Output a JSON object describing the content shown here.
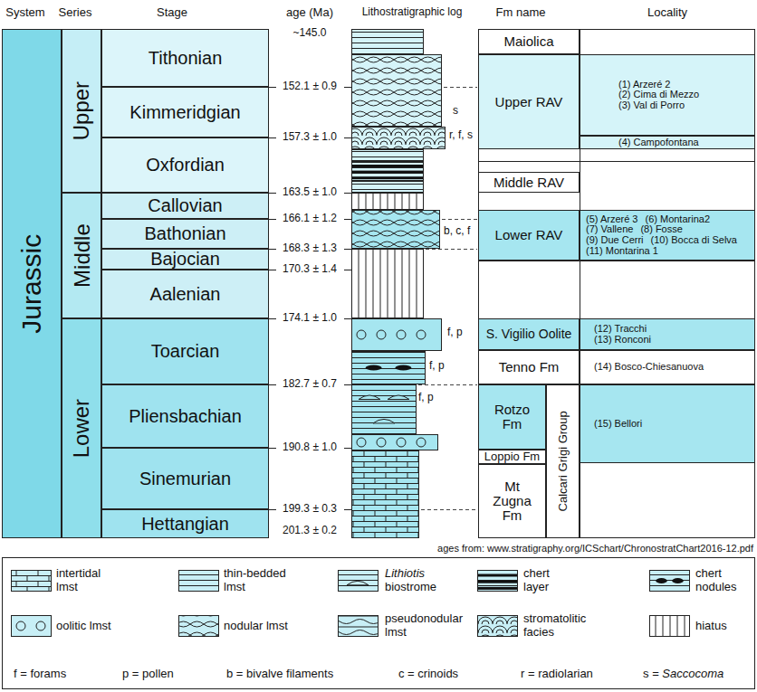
{
  "diagram": {
    "nodes": [
      {
        "text": [
          "Jurassic"
        ]
      },
      {
        "text": [
          "Upper"
        ]
      },
      {
        "text": [
          "Middle"
        ]
      },
      {
        "text": [
          "Lower"
        ]
      },
      {
        "text": [
          "Tithonian"
        ]
      },
      {
        "text": [
          "Kimmeridgian"
        ]
      },
      {
        "text": [
          "Oxfordian"
        ]
      },
      {
        "text": [
          "Callovian"
        ]
      },
      {
        "text": [
          "Bathonian"
        ]
      },
      {
        "text": [
          "Bajocian"
        ]
      },
      {
        "text": [
          "Aalenian"
        ]
      },
      {
        "text": [
          "Toarcian"
        ]
      },
      {
        "text": [
          "Pliensbachian"
        ]
      },
      {
        "text": [
          "Sinemurian"
        ]
      },
      {
        "text": [
          "Hettangian"
        ]
      },
      {
        "text": [
          "Maiolica"
        ]
      },
      {
        "text": [
          "Upper RAV"
        ]
      },
      {
        "text": [
          "Middle RAV"
        ]
      },
      {
        "text": [
          "Lower RAV"
        ]
      },
      {
        "text": [
          "S. Vigilio Oolite"
        ]
      },
      {
        "text": [
          "Tenno Fm"
        ]
      },
      {
        "text": [
          "Rotzo Fm"
        ]
      },
      {
        "text": [
          "Loppio Fm"
        ]
      },
      {
        "text": [
          "Mt Zugna Fm"
        ]
      },
      {
        "text": [
          "Calcari Grigi Group"
        ]
      },
      {
        "text": [
          "(1) Arzeré 2",
          "(2) Cima di Mezzo",
          "(3) Val di Porro"
        ]
      },
      {
        "text": [
          "(4) Campofontana"
        ]
      },
      {
        "text": [
          "(5) Arzeré 3",
          "(6) Montarina2",
          "(7) Vallene",
          "(8) Fosse",
          "(9) Due Cerri",
          "(10) Bocca di Selva",
          "(11) Montarina 1"
        ]
      },
      {
        "text": [
          "(12) Tracchi",
          "(13) Ronconi"
        ]
      },
      {
        "text": [
          "(14) Bosco-Chiesanuova"
        ]
      },
      {
        "text": [
          "(15) Bellori"
        ]
      }
    ],
    "labels": [
      "System",
      "Series",
      "Stage",
      "age (Ma)",
      "Lithostratigraphic log",
      "Fm name",
      "Locality",
      "~145.0",
      "152.1 ± 0.9",
      "157.3 ± 1.0",
      "163.5 ± 1.0",
      "166.1 ± 1.2",
      "168.3 ± 1.3",
      "170.3 ± 1.4",
      "174.1 ± 1.0",
      "182.7 ± 0.7",
      "190.8 ± 1.0",
      "199.3 ± 0.3",
      "201.3 ± 0.2",
      "s",
      "r, f, s",
      "b, c, f",
      "f, p",
      "f, p",
      "f, p",
      "ages from: www.stratigraphy.org/ICSchart/ChronostratChart2016-12.pdf",
      "f = forams",
      "p = pollen",
      "b = bivalve filaments",
      "c = crinoids",
      "r = radiolarian",
      "s = Saccocoma"
    ],
    "legend": [
      {
        "text": "intertidal lmst"
      },
      {
        "text": "thin-bedded lmst"
      },
      {
        "text": "Lithiotis biostrome"
      },
      {
        "text": "chert layer"
      },
      {
        "text": "chert nodules"
      },
      {
        "text": "oolitic lmst"
      },
      {
        "text": "nodular lmst"
      },
      {
        "text": "pseudonodular lmst"
      },
      {
        "text": "stromatolitic facies"
      },
      {
        "text": "hiatus"
      }
    ]
  }
}
